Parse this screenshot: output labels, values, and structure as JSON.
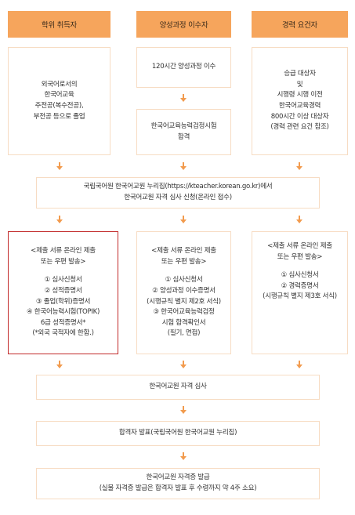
{
  "colors": {
    "accent": "#f6a55c",
    "arrow": "#f29b4e",
    "box_border": "#f7dcc3",
    "highlight": "#c22a2a"
  },
  "headers": [
    "학위 취득자",
    "양성과정 이수자",
    "경력 요건자"
  ],
  "col1": {
    "qualification": [
      "외국어로서의",
      "한국어교육",
      "주전공(복수전공),",
      "부전공 등으로 졸업"
    ],
    "documents": {
      "heading": [
        "<제출 서류 온라인 제출",
        "또는 우편 발송>"
      ],
      "items": [
        "① 심사신청서",
        "② 성적증명서",
        "③ 졸업(학위)증명서",
        "④ 한국어능력시험(TOPIK)",
        "6급 성적증명서*",
        "(*외국 국적자에 한함.)"
      ]
    }
  },
  "col2": {
    "step1": [
      "120시간 양성과정 이수"
    ],
    "step2": [
      "한국어교육능력검정시험",
      "합격"
    ],
    "documents": {
      "heading": [
        "<제출 서류 온라인 제출",
        "또는 우편 발송>"
      ],
      "items": [
        "① 심사신청서",
        "② 양성과정 이수증명서",
        "(시행규칙 별지 제2호 서식)",
        "③ 한국어교육능력검정",
        "시험 합격확인서",
        "(필기, 면접)"
      ]
    }
  },
  "col3": {
    "qualification": [
      "승급 대상자",
      "및",
      "시행령 시행 이전",
      "한국어교육경력",
      "800시간 이상 대상자",
      "(경력 관련 요건 참조)"
    ],
    "documents": {
      "heading": [
        "<제출 서류 온라인 제출",
        "또는 우편 발송>"
      ],
      "items": [
        "① 심사신청서",
        "② 경력증명서",
        "(시행규칙 별지 제3호 서식)"
      ]
    }
  },
  "flow": {
    "apply": [
      "국립국어원 한국어교원 누리집(https://kteacher.korean.go.kr)에서",
      "한국어교원 자격 심사 신청(온라인 접수)"
    ],
    "review": "한국어교원 자격 심사",
    "announce": "합격자 발표(국립국어원 한국어교원 누리집)",
    "issue": [
      "한국어교원 자격증 발급",
      "(실물 자격증 발급은 합격자 발표 후 수령까지 약 4주 소요)"
    ]
  }
}
